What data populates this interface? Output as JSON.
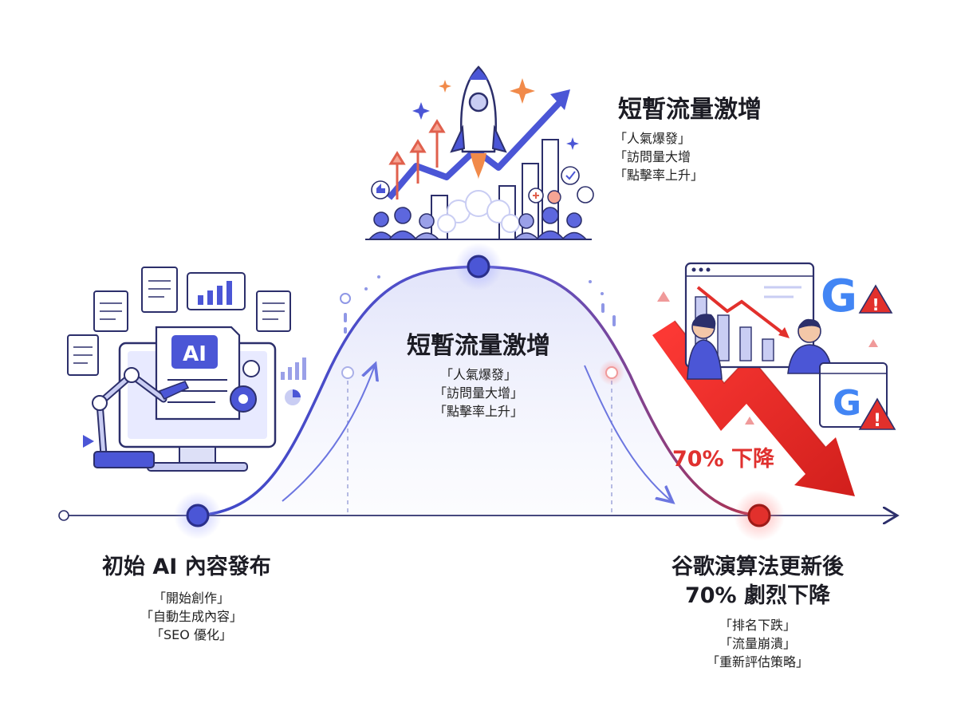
{
  "accent_blue": "#4b56d6",
  "accent_red": "#e2302c",
  "stages": {
    "initial": {
      "title": "初始 AI 內容發布",
      "notes": [
        "「開始創作」",
        "「自動生成內容」",
        "「SEO 優化」"
      ],
      "illustration": "ai-content-workstation",
      "icon_label": "AI"
    },
    "peak": {
      "title": "短暫流量激增",
      "notes": [
        "「人氣爆發」",
        "「訪問量大增",
        "「點擊率上升」"
      ],
      "illustration": "rocket-traffic-growth"
    },
    "peak_inner": {
      "title": "短暫流量激增",
      "notes": [
        "「人氣爆發」",
        "「訪問量大增」",
        "「點擊率上升」"
      ]
    },
    "decline": {
      "title_line1": "谷歌演算法更新後",
      "title_line2": "70% 劇烈下降",
      "notes": [
        "「排名下跌」",
        "「流量崩潰」",
        "「重新評估策略」"
      ],
      "illustration": "ranking-drop-alert",
      "badge": "70% 下降"
    }
  }
}
